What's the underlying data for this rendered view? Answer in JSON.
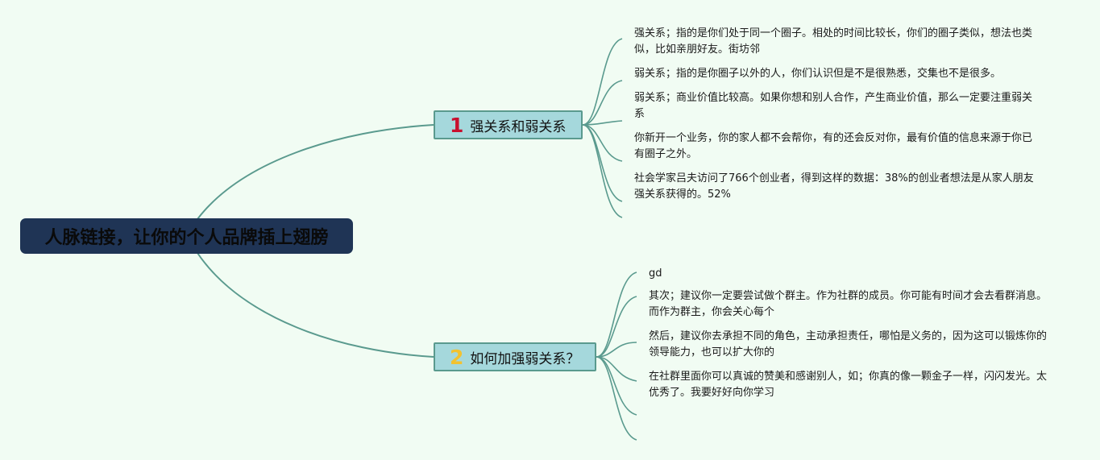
{
  "root": {
    "label": "人脉链接，让你的个人品牌插上翅膀"
  },
  "branches": [
    {
      "number": "1",
      "label": "强关系和弱关系",
      "leaves": [
        "强关系；指的是你们处于同一个圈子。相处的时间比较长，你们的圈子类似，想法也类似，比如亲朋好友。街坊邻",
        "弱关系；指的是你圈子以外的人，你们认识但是不是很熟悉，交集也不是很多。",
        "弱关系；商业价值比较高。如果你想和别人合作，产生商业价值，那么一定要注重弱关系",
        "你新开一个业务，你的家人都不会帮你，有的还会反对你，最有价值的信息来源于你已有圈子之外。",
        "社会学家吕夫访问了766个创业者，得到这样的数据：38%的创业者想法是从家人朋友强关系获得的。52%"
      ]
    },
    {
      "number": "2",
      "label": "如何加强弱关系？",
      "leaves": [
        "gd",
        "其次；建议你一定要尝试做个群主。作为社群的成员。你可能有时间才会去看群消息。而作为群主，你会关心每个",
        "然后，建议你去承担不同的角色，主动承担责任，哪怕是义务的，因为这可以锻炼你的领导能力，也可以扩大你的",
        "在社群里面你可以真诚的赞美和感谢别人，如；你真的像一颗金子一样，闪闪发光。太优秀了。我要好好向你学习"
      ]
    }
  ],
  "colors": {
    "background": "#f1fcf3",
    "root_fill": "#1f3455",
    "branch_fill": "#a5d8dc",
    "branch_border": "#5a9a8e",
    "connector": "#5a9a8e",
    "number_1": "#c8102e",
    "number_2": "#f2c230"
  }
}
